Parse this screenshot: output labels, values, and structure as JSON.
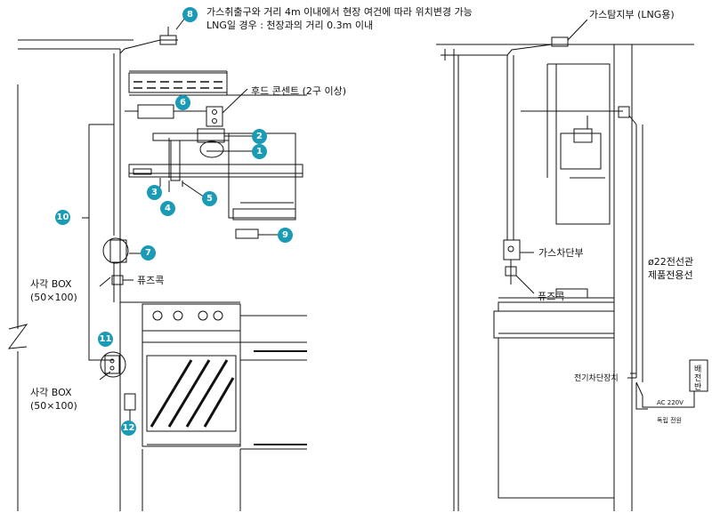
{
  "notes": {
    "line1": "가스취출구와 거리 4m 이내에서 현장 여건에 따라 위치변경 가능",
    "line2": "LNG일 경우 : 천장과의 거리 0.3m 이내"
  },
  "labels": {
    "hood_outlet": "후드 콘센트 (2구 이상)",
    "square_box_1": "사각 BOX",
    "square_box_1_size": "(50×100)",
    "square_box_2": "사각 BOX",
    "square_box_2_size": "(50×100)",
    "fuse_cock_left": "퓨즈콕",
    "gas_detector": "가스탐지부 (LNG용)",
    "gas_shutoff": "가스차단부",
    "fuse_cock_right": "퓨즈콕",
    "conduit_line1": "ø22전선관",
    "conduit_line2": "제품전용선",
    "breaker_device": "전기차단장치",
    "panel_line1": "배",
    "panel_line2": "전",
    "panel_line3": "반",
    "ac_voltage": "AC 220V",
    "independent_power": "독립 전원"
  },
  "markers": [
    "1",
    "2",
    "3",
    "4",
    "5",
    "6",
    "7",
    "8",
    "9",
    "10",
    "11",
    "12"
  ],
  "colors": {
    "marker": "#1a9bb5",
    "line": "#111111"
  }
}
